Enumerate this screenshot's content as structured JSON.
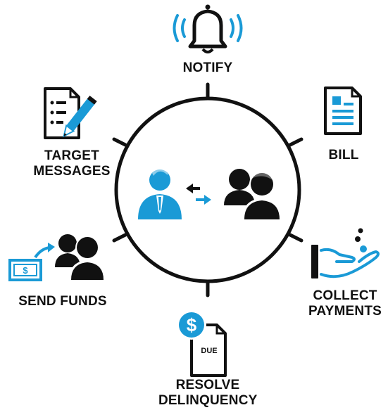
{
  "colors": {
    "accent": "#1a9ad6",
    "ink": "#111111",
    "background": "#ffffff"
  },
  "center": {
    "left_icon": "agent-icon",
    "right_icon": "customers-icon",
    "exchange_icon": "exchange-arrows-icon"
  },
  "nodes": [
    {
      "id": "notify",
      "lines": [
        "NOTIFY"
      ],
      "icon": "bell-icon"
    },
    {
      "id": "bill",
      "lines": [
        "BILL"
      ],
      "icon": "bill-document-icon"
    },
    {
      "id": "collect-payments",
      "lines": [
        "COLLECT",
        "PAYMENTS"
      ],
      "icon": "hand-receiving-coins-icon"
    },
    {
      "id": "resolve-delinquency",
      "lines": [
        "RESOLVE",
        "DELINQUENCY"
      ],
      "icon": "due-document-icon",
      "icon_text": "DUE"
    },
    {
      "id": "send-funds",
      "lines": [
        "SEND FUNDS"
      ],
      "icon": "send-funds-icon"
    },
    {
      "id": "target-messages",
      "lines": [
        "TARGET",
        "MESSAGES"
      ],
      "icon": "checklist-pen-icon"
    }
  ]
}
